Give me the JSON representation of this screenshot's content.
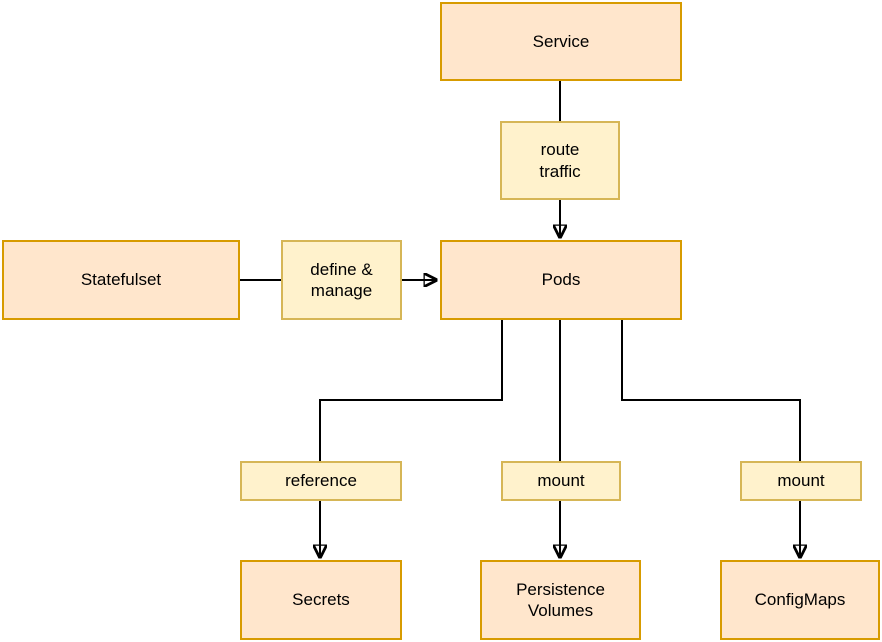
{
  "diagram": {
    "type": "flowchart",
    "nodes": {
      "service": {
        "label": "Service"
      },
      "statefulset": {
        "label": "Statefulset"
      },
      "pods": {
        "label": "Pods"
      },
      "secrets": {
        "label": "Secrets"
      },
      "persistence_volumes": {
        "label": "Persistence Volumes"
      },
      "configmaps": {
        "label": "ConfigMaps"
      }
    },
    "edge_labels": {
      "route_traffic": "route traffic",
      "define_manage": "define & manage",
      "reference": "reference",
      "mount_volumes": "mount",
      "mount_configmaps": "mount"
    },
    "edges": [
      {
        "from": "Service",
        "to": "Pods",
        "label": "route traffic"
      },
      {
        "from": "Statefulset",
        "to": "Pods",
        "label": "define & manage"
      },
      {
        "from": "Pods",
        "to": "Secrets",
        "label": "reference"
      },
      {
        "from": "Pods",
        "to": "Persistence Volumes",
        "label": "mount"
      },
      {
        "from": "Pods",
        "to": "ConfigMaps",
        "label": "mount"
      }
    ],
    "colors": {
      "node_fill": "#FFE6CC",
      "node_border": "#D79B00",
      "label_fill": "#FFF2CC",
      "label_border": "#D6B656",
      "connector": "#000000",
      "text": "#000000",
      "background": "#FFFFFF"
    }
  }
}
